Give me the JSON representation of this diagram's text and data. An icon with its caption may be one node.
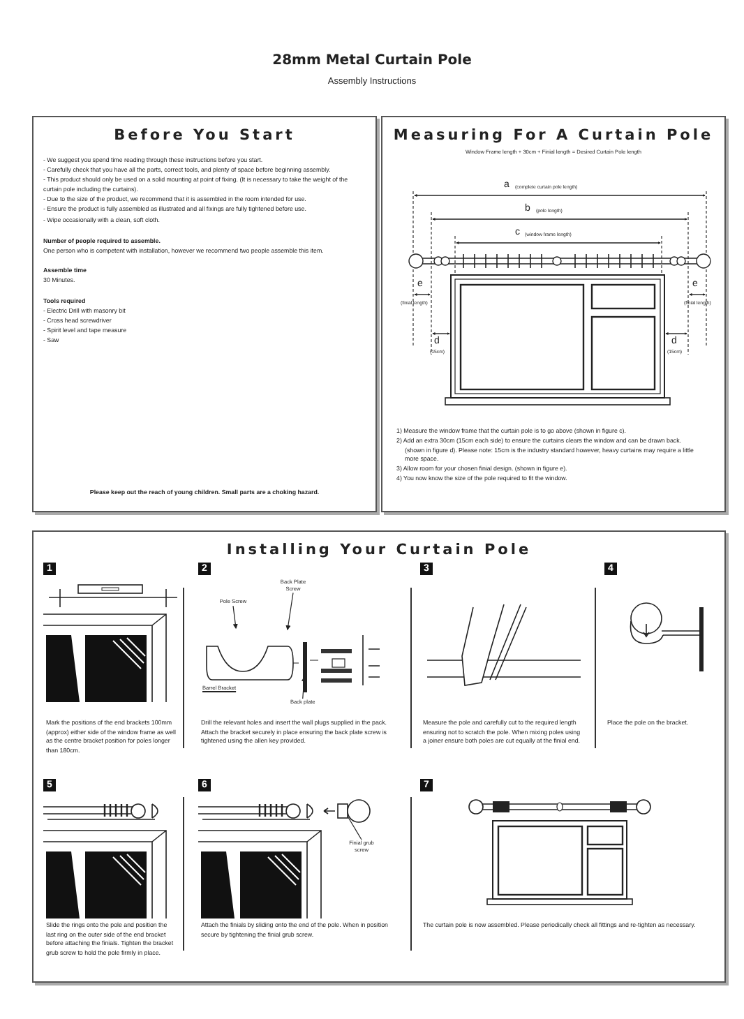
{
  "diagram": {
    "title": "28mm Metal Curtain Pole",
    "nodes": [
      {
        "text": [
          "Before You Start",
          "- We suggest you spend time reading through these instructions before you start.",
          "- Carefully check that you have all the parts, correct tools, and plenty of space before beginning assembly.",
          "- This product should only be used on a solid mounting at point of fixing. (It is necessary to take the weight of the curtain pole including the curtains).",
          "- Due to the size of the product, we recommend that it is assembled in the room intended for use.",
          "- Ensure the product is fully assembled as illustrated and all fixings are fully tightened before use.",
          "- Wipe occasionally with a clean, soft cloth.",
          "Number of people required to assemble.",
          "One person who is competent with installation, however we recommend two people assemble this item.",
          "Assemble time",
          "30 Minutes.",
          "Tools required",
          "- Electric Drill with masonry bit",
          "- Cross head screwdriver",
          "- Spirit level and tape measure",
          "- Saw",
          "Please keep out the reach of young children. Small parts are a choking hazard."
        ]
      },
      {
        "text": [
          "Measuring For A Curtain Pole",
          "Window Frame length + 30cm + Finial length = Desired Curtain Pole length",
          "1) Measure the window frame that the curtain pole is to go above (shown in figure c).",
          "2) Add an extra 30cm (15cm each side) to ensure the curtains clears the window and can be drawn back. (shown in figure d). Please note: 15cm is the industry standard however, heavy curtains may require a little more space.",
          "3) Allow room for your chosen finial design. (shown in figure e).",
          "4) You now know the size of the pole required to fit the window."
        ]
      },
      {
        "text": [
          "Installing Your Curtain Pole"
        ]
      },
      {
        "text": [
          "1",
          "Mark the positions of the end brackets 100mm (approx) either side of the window frame as well as the centre bracket position for poles longer than 180cm."
        ],
        "in": 2
      },
      {
        "text": [
          "2",
          "Drill the relevant holes and insert the wall plugs supplied in the pack. Attach the bracket securely in place ensuring the back plate screw is tightened using the allen key provided."
        ],
        "in": 2
      },
      {
        "text": [
          "3",
          "Measure the pole and carefully cut to the required length ensuring not to scratch the pole. When mixing poles using a joiner ensure both poles are cut equally at the finial end."
        ],
        "in": 2
      },
      {
        "text": [
          "4",
          "Place the pole on the bracket."
        ],
        "in": 2
      },
      {
        "text": [
          "5",
          "Slide the rings onto the pole and position the last ring on the outer side of the end bracket before attaching the finials. Tighten the bracket grub screw to hold the pole firmly in place."
        ],
        "in": 2
      },
      {
        "text": [
          "6",
          "Attach the finials by sliding onto the end of the pole. When in position secure by tightening the finial grub screw."
        ],
        "in": 2
      },
      {
        "text": [
          "7",
          "The curtain pole is now assembled. Please periodically check all fittings and re-tighten as necessary."
        ],
        "in": 2
      },
      {
        "text": [
          "Pole Screw"
        ],
        "in": 4
      },
      {
        "text": [
          "Back Plate Screw"
        ],
        "in": 4
      },
      {
        "text": [
          "Back plate"
        ],
        "in": 4
      },
      {
        "text": [
          "Finial grub screw"
        ],
        "in": 8
      }
    ],
    "edges": [
      {
        "from": 10,
        "to": null,
        "arrow": "to"
      },
      {
        "from": 11,
        "to": null,
        "arrow": "to"
      },
      {
        "from": 12,
        "to": null,
        "arrow": "to"
      },
      {
        "from": 13,
        "to": null,
        "arrow": "to"
      }
    ],
    "labels": [
      "Assembly Instructions",
      "a",
      "(complete curtain pole length)",
      "b",
      "(pole length)",
      "c",
      "(window frame length)",
      "e",
      "e",
      "(finial length)",
      "(finial length)",
      "d",
      "d",
      "(15cm)",
      "(15cm)",
      "Barrel Bracket"
    ]
  }
}
